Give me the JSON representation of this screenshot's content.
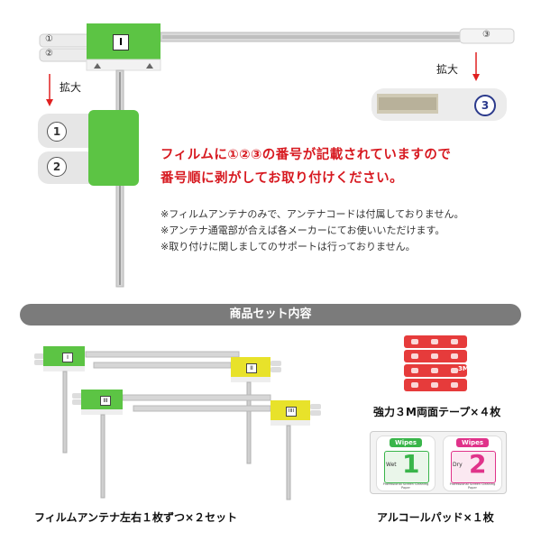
{
  "colors": {
    "green": "#5cc444",
    "yellow": "#e8e22a",
    "red_text": "#d71920",
    "red_tape": "#e63b3b",
    "bar_gray": "#7b7b7b"
  },
  "top_diagram": {
    "connector_label": "I",
    "pin_left_top": "①",
    "pin_left_bottom": "②",
    "pin_right": "③",
    "zoom_label_left": "拡大",
    "zoom_label_right": "拡大",
    "zoom_badge_1": "1",
    "zoom_badge_2": "2",
    "zoom_badge_3": "3"
  },
  "notice": {
    "line1": "フィルムに①②③の番号が記載されていますので",
    "line2": "番号順に剥がしてお取り付けください。"
  },
  "notes": [
    "※フィルムアンテナのみで、アンテナコードは付属しておりません。",
    "※アンテナ通電部が合えば各メーカーにてお使いいただけます。",
    "※取り付けに関しましてのサポートは行っておりません。"
  ],
  "section_title": "商品セット内容",
  "products": {
    "antenna_caption": "フィルムアンテナ左右１枚ずつ×２セット",
    "antenna_labels": [
      "I",
      "II",
      "III",
      "IIII"
    ],
    "tape_caption": "強力３M両面テープ×４枚",
    "tape_mark": "3M",
    "pad_caption": "アルコールパッド×１枚",
    "wet_pad": {
      "title": "Wipes",
      "subtitle": "Wet",
      "number": "1",
      "footer": "Professional Screen Cleaning Paper"
    },
    "dry_pad": {
      "title": "Wipes",
      "subtitle": "Dry",
      "number": "2",
      "footer": "Professional Screen Cleaning Paper"
    }
  }
}
